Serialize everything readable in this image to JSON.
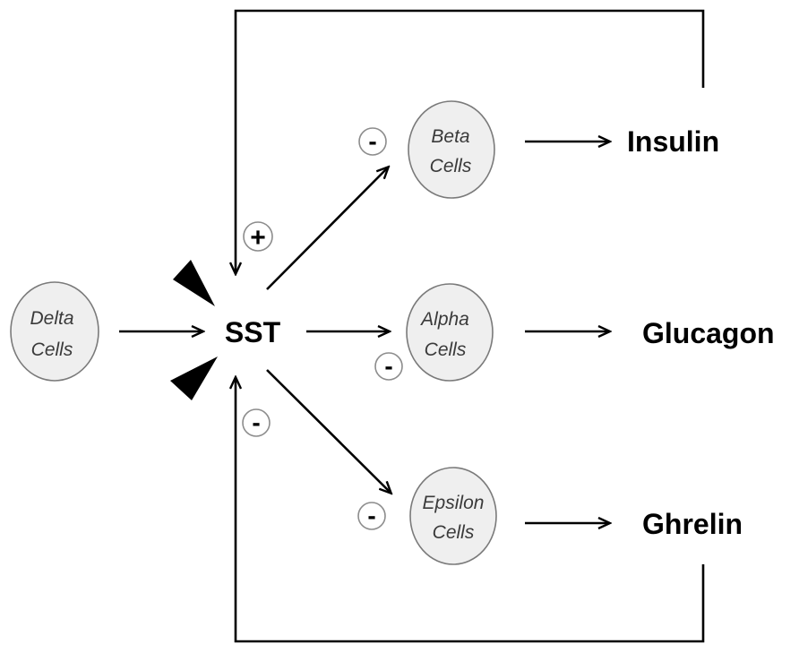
{
  "hub": {
    "label": "SST"
  },
  "cells": {
    "delta": {
      "line1": "Delta",
      "line2": "Cells"
    },
    "beta": {
      "line1": "Beta",
      "line2": "Cells"
    },
    "alpha": {
      "line1": "Alpha",
      "line2": "Cells"
    },
    "epsilon": {
      "line1": "Epsilon",
      "line2": "Cells"
    }
  },
  "hormones": {
    "insulin": "Insulin",
    "glucagon": "Glucagon",
    "ghrelin": "Ghrelin"
  },
  "signs": {
    "beta_inhibit": "-",
    "alpha_inhibit": "-",
    "epsilon_inhibit": "-",
    "insulin_feedback": "+",
    "ghrelin_feedback": "-"
  },
  "colors": {
    "cell_fill": "#efefef",
    "cell_stroke": "#7a7a7a",
    "line": "#000000",
    "sign_circle_stroke": "#8c8c8c"
  }
}
